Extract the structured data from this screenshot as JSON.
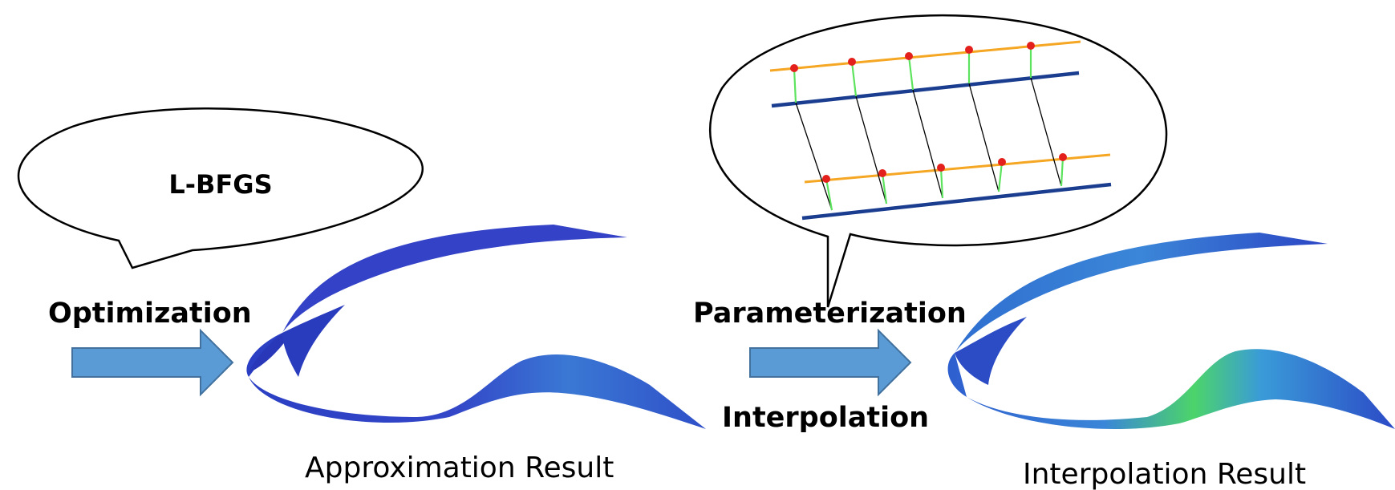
{
  "left": {
    "bubble_text": "L-BFGS",
    "step_label": "Optimization",
    "result_caption": "Approximation Result"
  },
  "right": {
    "step_label_top": "Parameterization",
    "step_label_bottom": "Interpolation",
    "result_caption": "Interpolation Result"
  },
  "colors": {
    "arrow": "#5b9bd5",
    "arrow_stroke": "#41719c",
    "surface_dark": "#2b3fc4",
    "surface_mid": "#3a6fd0",
    "surface_light": "#49a3dc",
    "surface_hot": "#4cd46a",
    "curve_orange": "#f5a623",
    "curve_blue": "#1a3d8f",
    "link_green": "#5de35d",
    "point_red": "#e3201b"
  }
}
